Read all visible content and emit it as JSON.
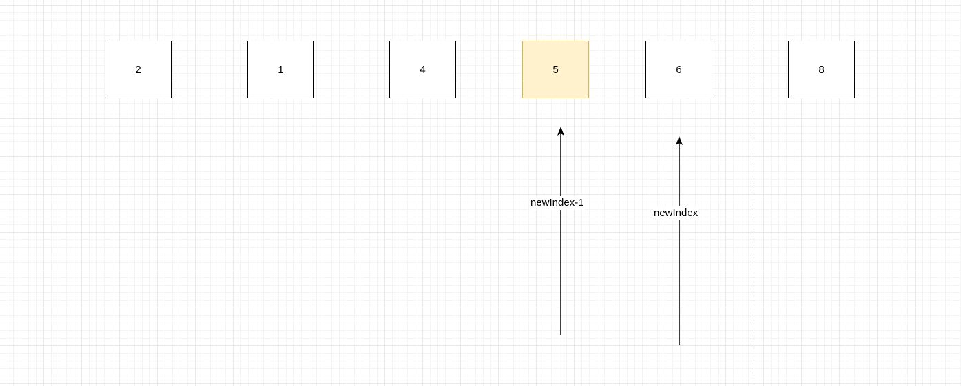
{
  "nodes": [
    {
      "id": "node-2",
      "label": "2",
      "highlighted": false
    },
    {
      "id": "node-1",
      "label": "1",
      "highlighted": false
    },
    {
      "id": "node-4",
      "label": "4",
      "highlighted": false
    },
    {
      "id": "node-5",
      "label": "5",
      "highlighted": true
    },
    {
      "id": "node-6",
      "label": "6",
      "highlighted": false
    },
    {
      "id": "node-8",
      "label": "8",
      "highlighted": false
    }
  ],
  "pointers": [
    {
      "label": "newIndex-1",
      "target": "node-5"
    },
    {
      "label": "newIndex",
      "target": "node-6"
    }
  ],
  "colors": {
    "highlight_fill": "#fff2cc",
    "highlight_stroke": "#d6b656",
    "stroke": "#000000",
    "grid": "#e9e9e9"
  }
}
